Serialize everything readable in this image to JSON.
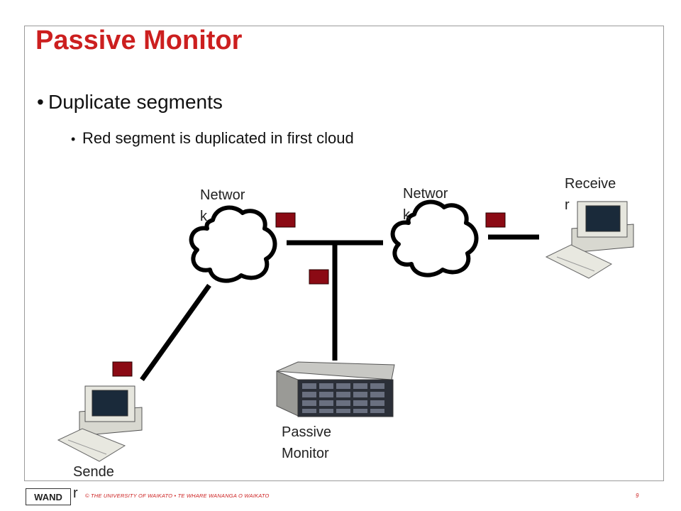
{
  "slide": {
    "title": "Passive Monitor",
    "bullet1": "Duplicate segments",
    "bullet2": "Red segment is duplicated in first cloud"
  },
  "diagram": {
    "cloud1_label": "Networ\nk",
    "cloud2_label": "Networ\nk",
    "receiver_label": "Receive\nr",
    "sender_label": "Sende\nr",
    "monitor_label": "Passive\nMonitor",
    "segment_color": "#8b0a14",
    "line_color": "#000000"
  },
  "footer": {
    "logo_text": "WAND",
    "text": "© THE UNIVERSITY OF WAIKATO  •  TE WHARE WANANGA O WAIKATO",
    "page_number": "9"
  },
  "colors": {
    "title": "#cc1f1f",
    "frame": "#9a9a9a"
  }
}
